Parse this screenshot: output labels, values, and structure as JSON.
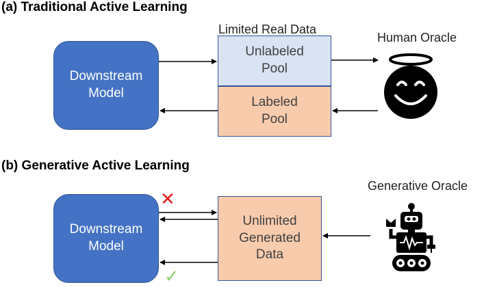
{
  "section_a": {
    "title": "(a) Traditional Active Learning",
    "model_label": "Downstream\nModel",
    "group_label": "Limited Real Data",
    "unlabeled_label": "Unlabeled\nPool",
    "labeled_label": "Labeled\nPool",
    "oracle_label": "Human Oracle",
    "oracle_icon": "smiling-halo-face-icon"
  },
  "section_b": {
    "title": "(b) Generative Active Learning",
    "model_label": "Downstream\nModel",
    "data_label": "Unlimited\nGenerated\nData",
    "oracle_label": "Generative Oracle",
    "oracle_icon": "robot-icon",
    "reject_mark": "✕",
    "accept_mark": "✓"
  },
  "colors": {
    "model_fill": "#4472C4",
    "unlabeled_fill": "#DAE3F3",
    "labeled_fill": "#F8CBAD",
    "reject": "#E0201B",
    "accept": "#8FD170"
  }
}
